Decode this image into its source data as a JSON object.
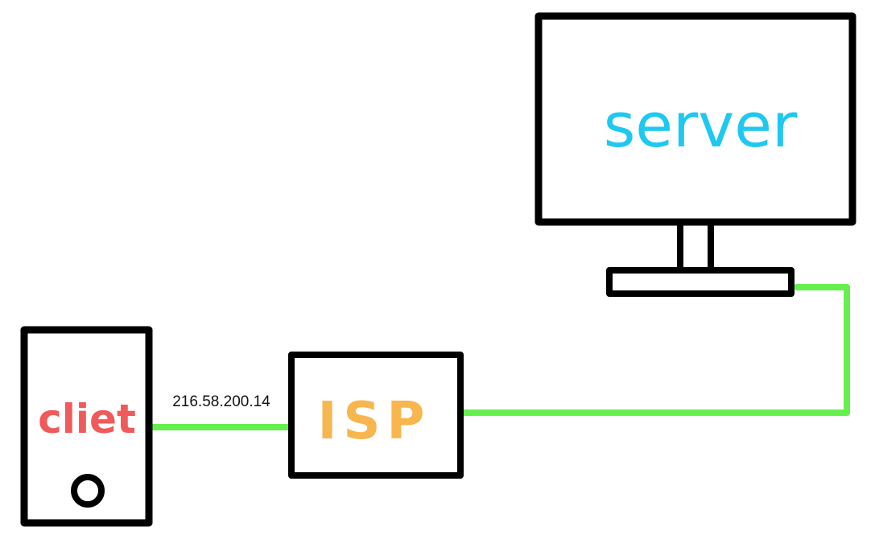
{
  "diagram": {
    "client_label": "cliet",
    "isp_label": "ISP",
    "server_label": "server",
    "ip_address": "216.58.200.14"
  },
  "colors": {
    "outline": "#000000",
    "connection": "#66f050",
    "client_text": "#f05a5a",
    "isp_text": "#f7b64e",
    "server_text": "#1ec8f0"
  },
  "icons": {
    "client_device": "phone-icon",
    "server_device": "monitor-icon",
    "home_button": "circle-button-icon"
  }
}
